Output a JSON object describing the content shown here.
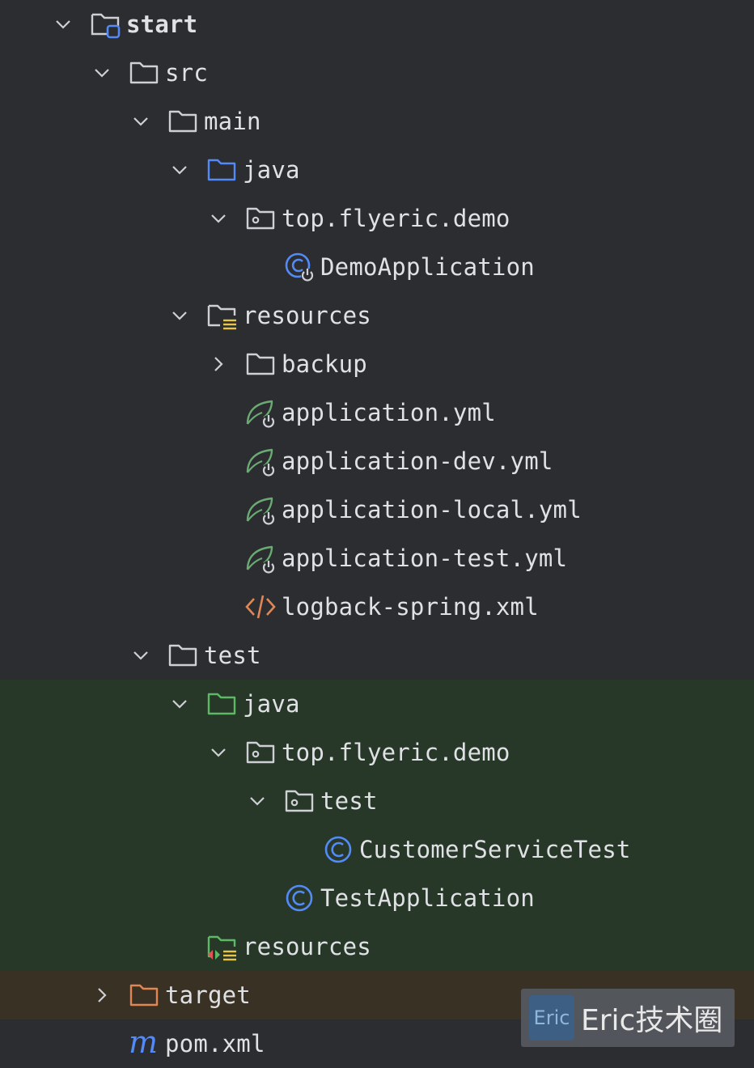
{
  "project_tree": {
    "items": [
      {
        "label": "start",
        "icon": "module-folder-icon",
        "expand": "expanded"
      },
      {
        "label": "src",
        "icon": "folder-icon",
        "expand": "expanded"
      },
      {
        "label": "main",
        "icon": "folder-icon",
        "expand": "expanded"
      },
      {
        "label": "java",
        "icon": "source-root-folder-icon",
        "expand": "expanded"
      },
      {
        "label": "top.flyeric.demo",
        "icon": "package-icon",
        "expand": "expanded"
      },
      {
        "label": "DemoApplication",
        "icon": "spring-boot-class-icon",
        "expand": "none"
      },
      {
        "label": "resources",
        "icon": "resources-root-folder-icon",
        "expand": "expanded"
      },
      {
        "label": "backup",
        "icon": "folder-icon",
        "expand": "collapsed"
      },
      {
        "label": "application.yml",
        "icon": "spring-config-icon",
        "expand": "none"
      },
      {
        "label": "application-dev.yml",
        "icon": "spring-config-icon",
        "expand": "none"
      },
      {
        "label": "application-local.yml",
        "icon": "spring-config-icon",
        "expand": "none"
      },
      {
        "label": "application-test.yml",
        "icon": "spring-config-icon",
        "expand": "none"
      },
      {
        "label": "logback-spring.xml",
        "icon": "xml-file-icon",
        "expand": "none"
      },
      {
        "label": "test",
        "icon": "folder-icon",
        "expand": "expanded"
      },
      {
        "label": "java",
        "icon": "test-source-root-folder-icon",
        "expand": "expanded"
      },
      {
        "label": "top.flyeric.demo",
        "icon": "package-icon",
        "expand": "expanded"
      },
      {
        "label": "test",
        "icon": "package-icon",
        "expand": "expanded"
      },
      {
        "label": "CustomerServiceTest",
        "icon": "class-icon",
        "expand": "none"
      },
      {
        "label": "TestApplication",
        "icon": "class-icon",
        "expand": "none"
      },
      {
        "label": "resources",
        "icon": "test-resources-root-folder-icon",
        "expand": "none"
      },
      {
        "label": "target",
        "icon": "excluded-folder-icon",
        "expand": "collapsed"
      },
      {
        "label": "pom.xml",
        "icon": "maven-icon",
        "expand": "none"
      }
    ]
  },
  "watermark": {
    "badge": "Eric",
    "text": "Eric技术圈"
  },
  "colors": {
    "background": "#2b2d30",
    "test_highlight": "#273828",
    "excluded_highlight": "#3a3125",
    "text": "#dfe1e5",
    "source_folder_blue": "#548af7",
    "test_folder_green": "#5fb865",
    "excluded_folder_orange": "#e08855",
    "spring_green": "#6aab73"
  }
}
